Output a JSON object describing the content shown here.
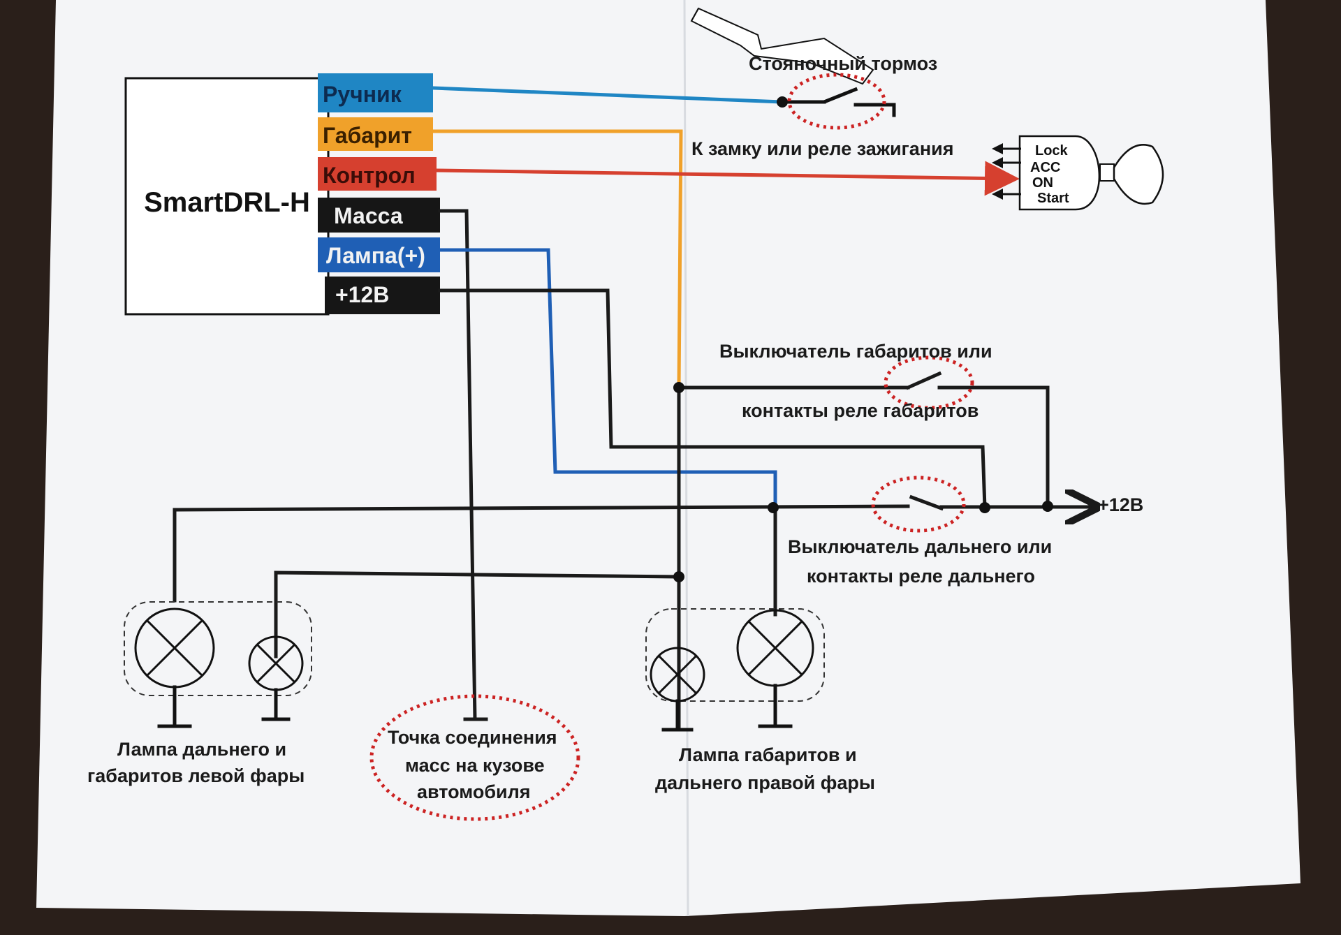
{
  "module": {
    "name": "SmartDRL-H"
  },
  "pins": [
    {
      "label": "Ручник",
      "bg": "#1f86c4",
      "fg": "#0d2b50"
    },
    {
      "label": "Габарит",
      "bg": "#f0a12a",
      "fg": "#3a2000"
    },
    {
      "label": "Контрол",
      "bg": "#d6402f",
      "fg": "#3a0d08"
    },
    {
      "label": "Масса",
      "bg": "#161616",
      "fg": "#f2f2f2"
    },
    {
      "label": "Лампа(+)",
      "bg": "#1f5fb5",
      "fg": "#f2f2f2"
    },
    {
      "label": "+12В",
      "bg": "#161616",
      "fg": "#f2f2f2"
    }
  ],
  "colors": {
    "paper": "#f4f5f7",
    "wire_blue": "#1f86c4",
    "wire_orange": "#f0a12a",
    "wire_red": "#d6402f",
    "wire_black": "#1a1a1a",
    "wire_lamp_blue": "#1f5fb5",
    "highlight_red": "#cc2222"
  },
  "labels": {
    "parking_brake": "Стояночный тормоз",
    "ignition": "К замку или реле зажигания",
    "side_switch_1": "Выключатель габаритов или",
    "side_switch_2": "контакты реле габаритов",
    "high_switch_1": "Выключатель дальнего или",
    "high_switch_2": "контакты реле дальнего",
    "power": "+12В",
    "left_lamp_1": "Лампа дальнего и",
    "left_lamp_2": "габаритов левой фары",
    "ground_1": "Точка соединения",
    "ground_2": "масс на кузове",
    "ground_3": "автомобиля",
    "right_lamp_1": "Лампа габаритов и",
    "right_lamp_2": "дальнего правой фары"
  },
  "ignition_positions": [
    "Lock",
    "ACC",
    "ON",
    "Start"
  ]
}
